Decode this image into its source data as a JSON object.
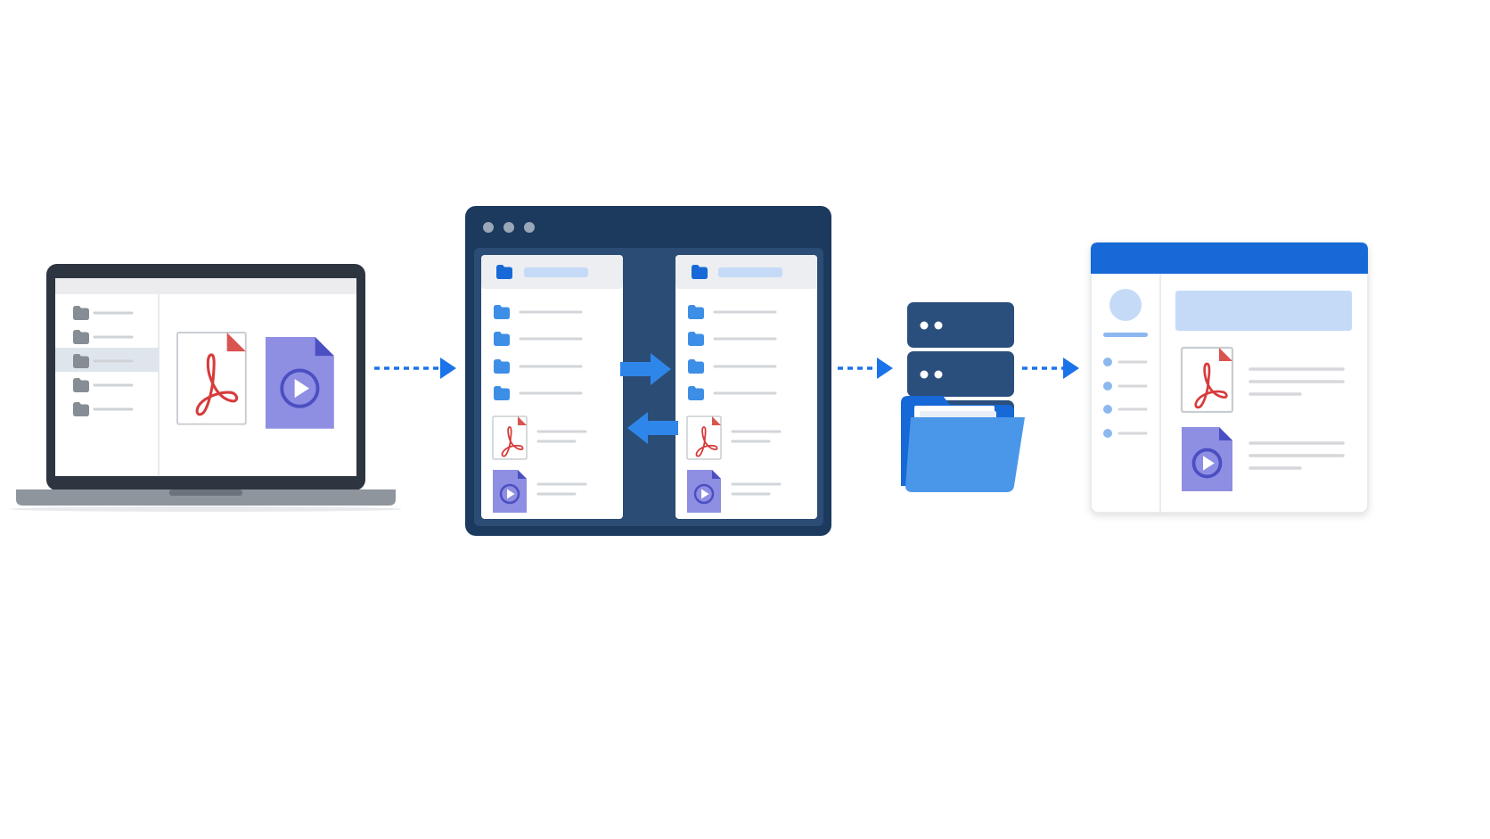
{
  "colors": {
    "background": "#ffffff",
    "arrow": "#1a73e8",
    "navy": "#1b3a5e",
    "navy_panel": "#2b4c74",
    "server": "#2b4f7d",
    "folder_blue": "#3d8ee6",
    "folder_front": "#4a97ea",
    "header_blue": "#1669d6",
    "pdf_red": "#d73b3b",
    "video_purple": "#8e8ee3",
    "video_dark": "#4b4fc2",
    "line_gray": "#d5d7da",
    "light_blue": "#c4daf7",
    "dot_blue": "#8cb8f0"
  },
  "diagram": {
    "stages": [
      {
        "id": "laptop",
        "icon": "laptop-icon",
        "files": [
          "pdf-file-icon",
          "video-file-icon"
        ],
        "folder_rows": 5,
        "selected_row": 3
      },
      {
        "id": "transfer-window",
        "icon": "file-manager-window-icon",
        "panes": 2,
        "folder_rows_per_pane": 4,
        "file_rows_per_pane": [
          "pdf-file-icon",
          "video-file-icon"
        ],
        "exchange": "bidirectional"
      },
      {
        "id": "storage",
        "icon": "server-stack-icon",
        "server_units": 2,
        "folder": "open-folder-icon"
      },
      {
        "id": "web-portal",
        "icon": "browser-window-icon",
        "sidebar_items": 4,
        "files": [
          "pdf-file-icon",
          "video-file-icon"
        ]
      }
    ],
    "connectors": [
      "dashed-arrow",
      "dashed-arrow",
      "dashed-arrow"
    ]
  }
}
